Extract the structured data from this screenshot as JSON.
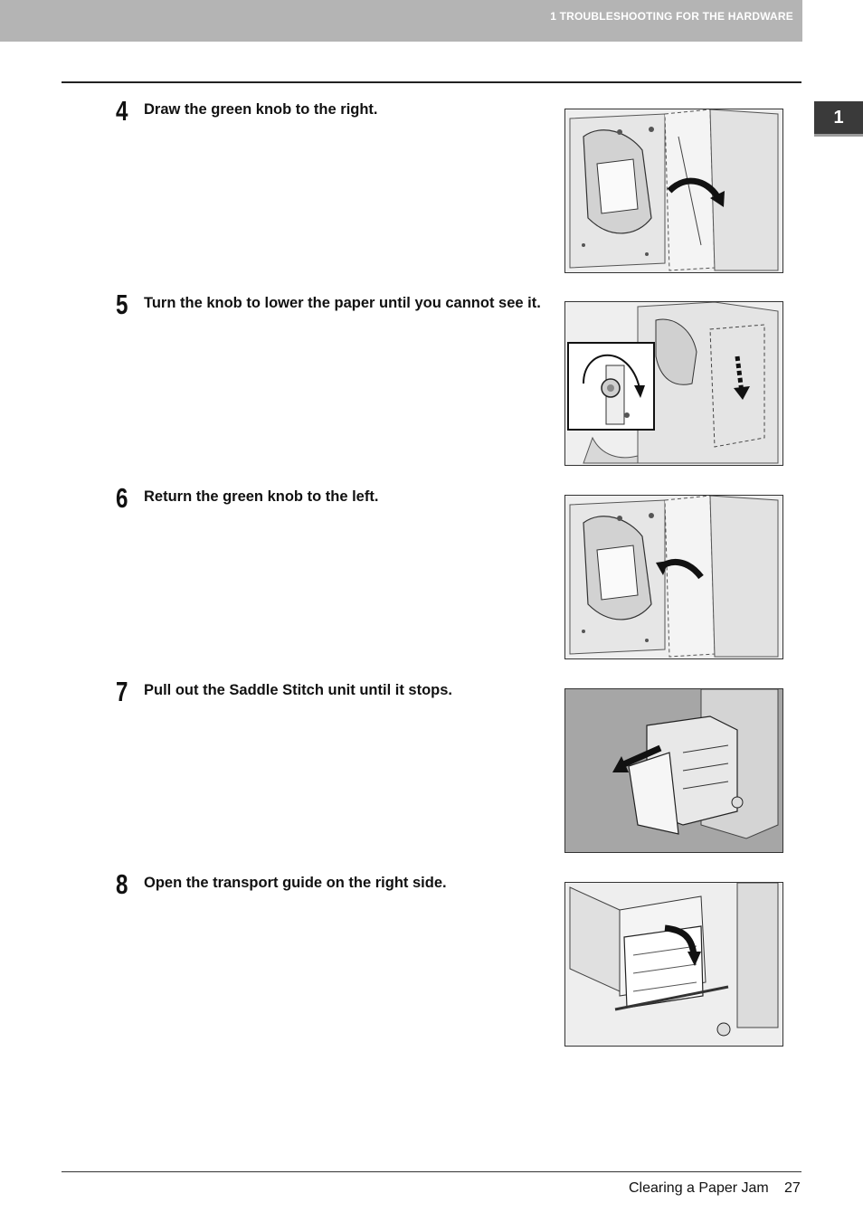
{
  "header": {
    "chapter_title": "1 TROUBLESHOOTING FOR THE HARDWARE"
  },
  "chapter_tab": "1",
  "steps": [
    {
      "number": "4",
      "text": "Draw the green knob to the right."
    },
    {
      "number": "5",
      "text": "Turn the knob to lower the paper until you cannot see it."
    },
    {
      "number": "6",
      "text": "Return the green knob to the left."
    },
    {
      "number": "7",
      "text": "Pull out the Saddle Stitch unit until it stops."
    },
    {
      "number": "8",
      "text": "Open the transport guide on the right side."
    }
  ],
  "footer": {
    "section_title": "Clearing a Paper Jam",
    "page_number": "27"
  }
}
